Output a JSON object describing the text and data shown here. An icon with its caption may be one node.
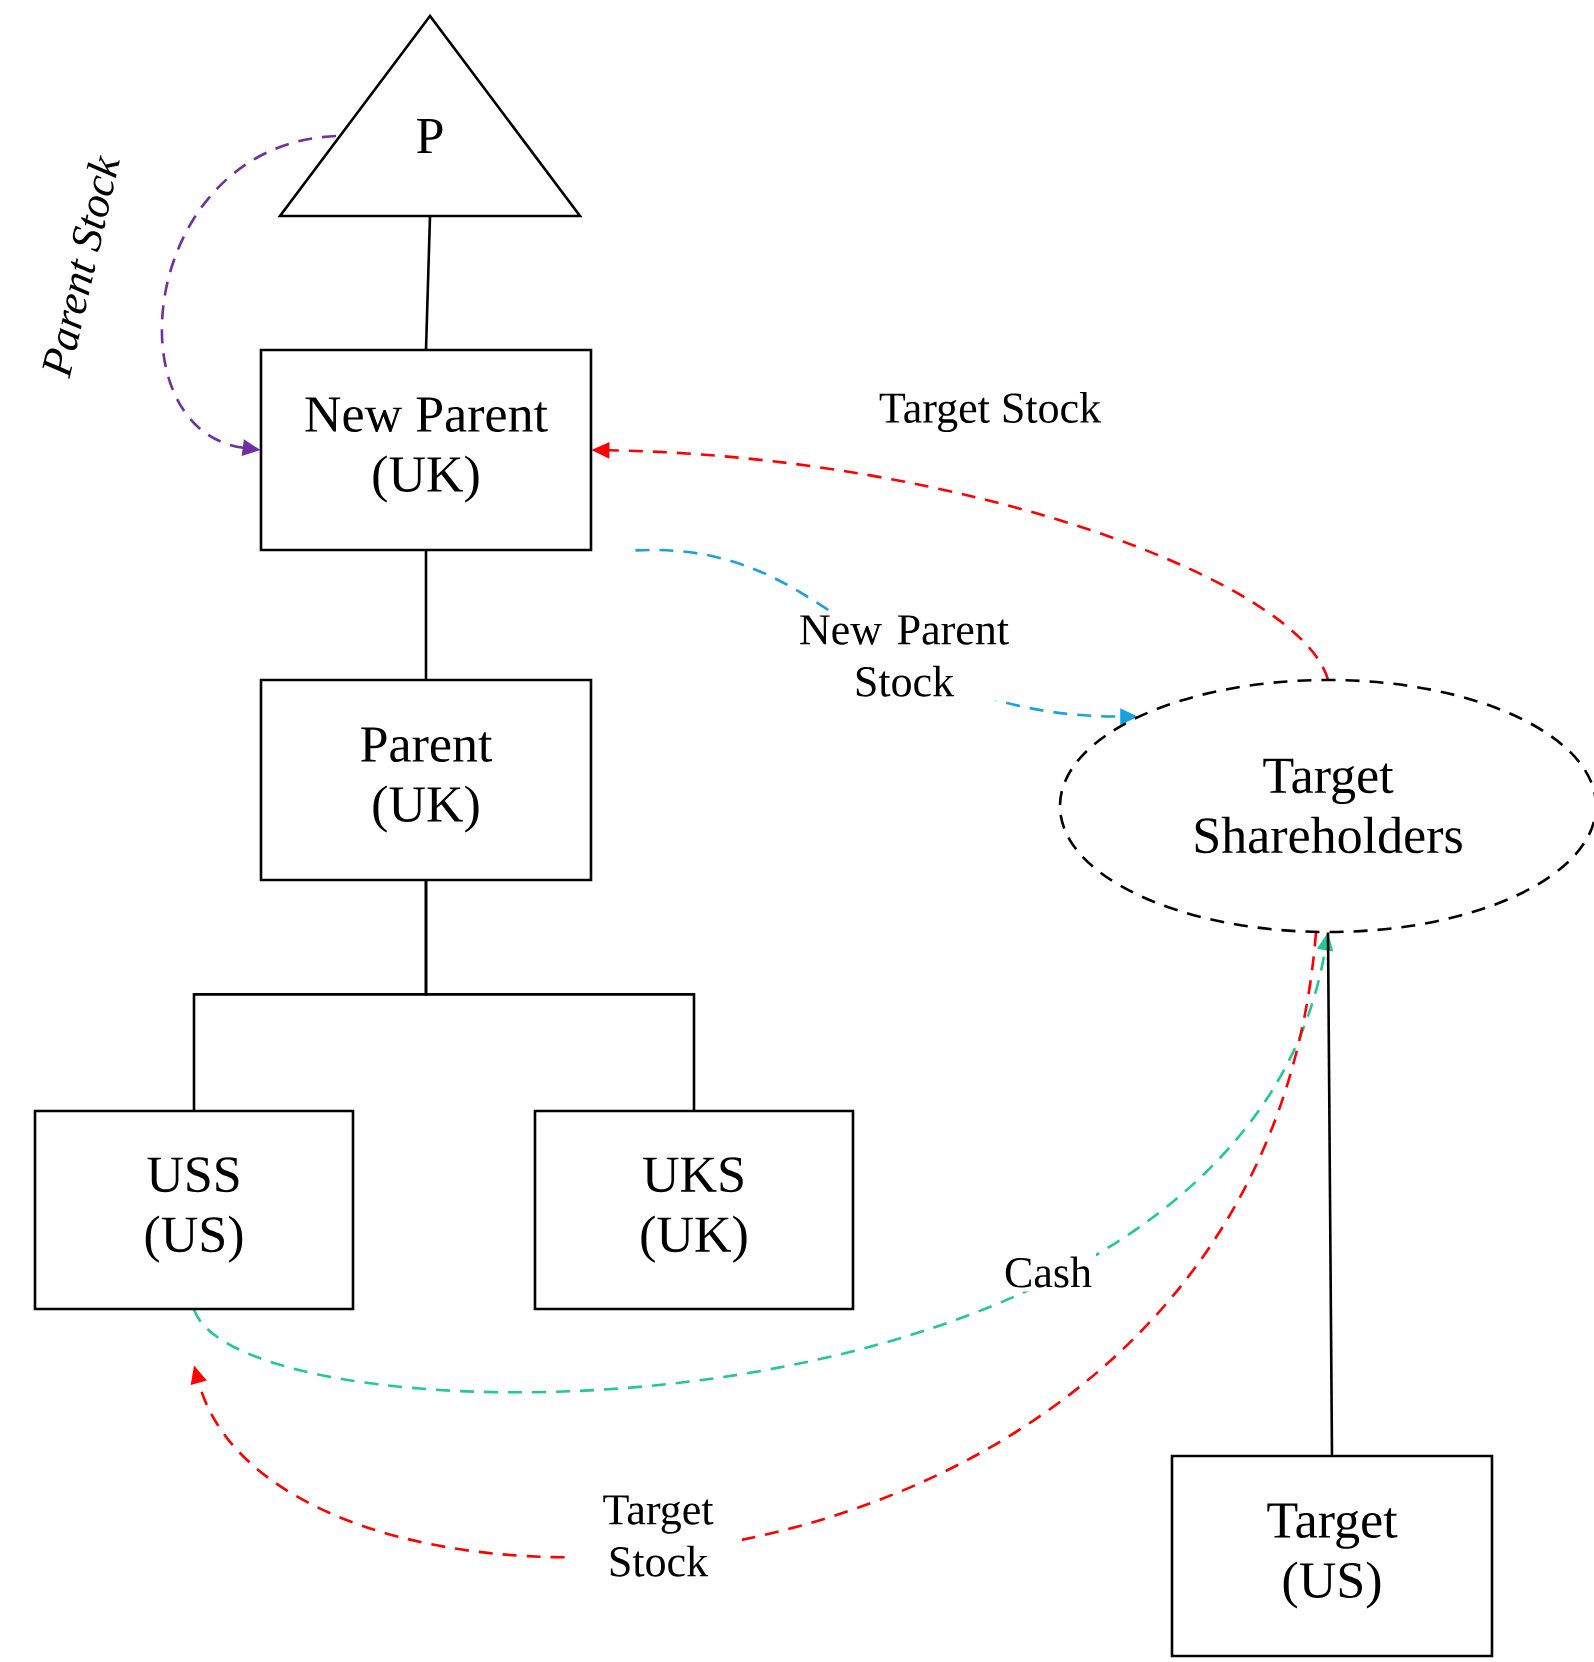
{
  "diagram": {
    "nodes": [
      {
        "text": [
          "P"
        ]
      },
      {
        "text": [
          "New Parent",
          "(UK)"
        ]
      },
      {
        "text": [
          "Parent",
          "(UK)"
        ]
      },
      {
        "text": [
          "USS",
          "(US)"
        ]
      },
      {
        "text": [
          "UKS",
          "(UK)"
        ]
      },
      {
        "text": [
          "Target Shareholders"
        ]
      },
      {
        "text": [
          "Target",
          "(US)"
        ]
      }
    ],
    "edges": [
      {
        "from": 0,
        "to": 1,
        "arrow": "none"
      },
      {
        "from": 1,
        "to": 2,
        "arrow": "none"
      },
      {
        "from": 2,
        "to": 3,
        "arrow": "none"
      },
      {
        "from": 2,
        "to": 4,
        "arrow": "none"
      },
      {
        "from": 0,
        "to": 1,
        "arrow": "to",
        "label": "Parent Stock",
        "style": "dashed",
        "color": "#7030a0"
      },
      {
        "from": 5,
        "to": 1,
        "arrow": "to",
        "label": "Target Stock",
        "style": "dashed",
        "color": "#ff0000"
      },
      {
        "from": 1,
        "to": 5,
        "arrow": "to",
        "label": "New Parent Stock",
        "style": "dashed",
        "color": "#1ba1e2"
      },
      {
        "from": 3,
        "to": 5,
        "arrow": "to",
        "label": "Cash",
        "style": "dashed",
        "color": "#20c997"
      },
      {
        "from": 5,
        "to": 3,
        "arrow": "to",
        "label": "Target Stock",
        "style": "dashed",
        "color": "#ff0000"
      },
      {
        "from": 6,
        "to": 5,
        "arrow": "none"
      }
    ]
  }
}
